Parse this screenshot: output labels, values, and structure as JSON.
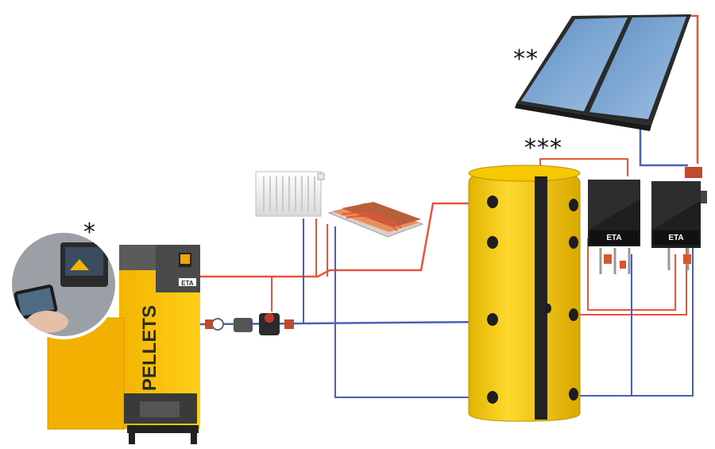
{
  "markers": {
    "boiler": "*",
    "solar_collector": "**",
    "buffer_tank": "***"
  },
  "boiler": {
    "label": "PELLETS",
    "brand": "ETA"
  },
  "station_units": {
    "brand": "ETA"
  },
  "pipes": {
    "hot_color": "#e8553b",
    "cold_color": "#4a5fb8",
    "tank_color": "#f7cf1f"
  }
}
